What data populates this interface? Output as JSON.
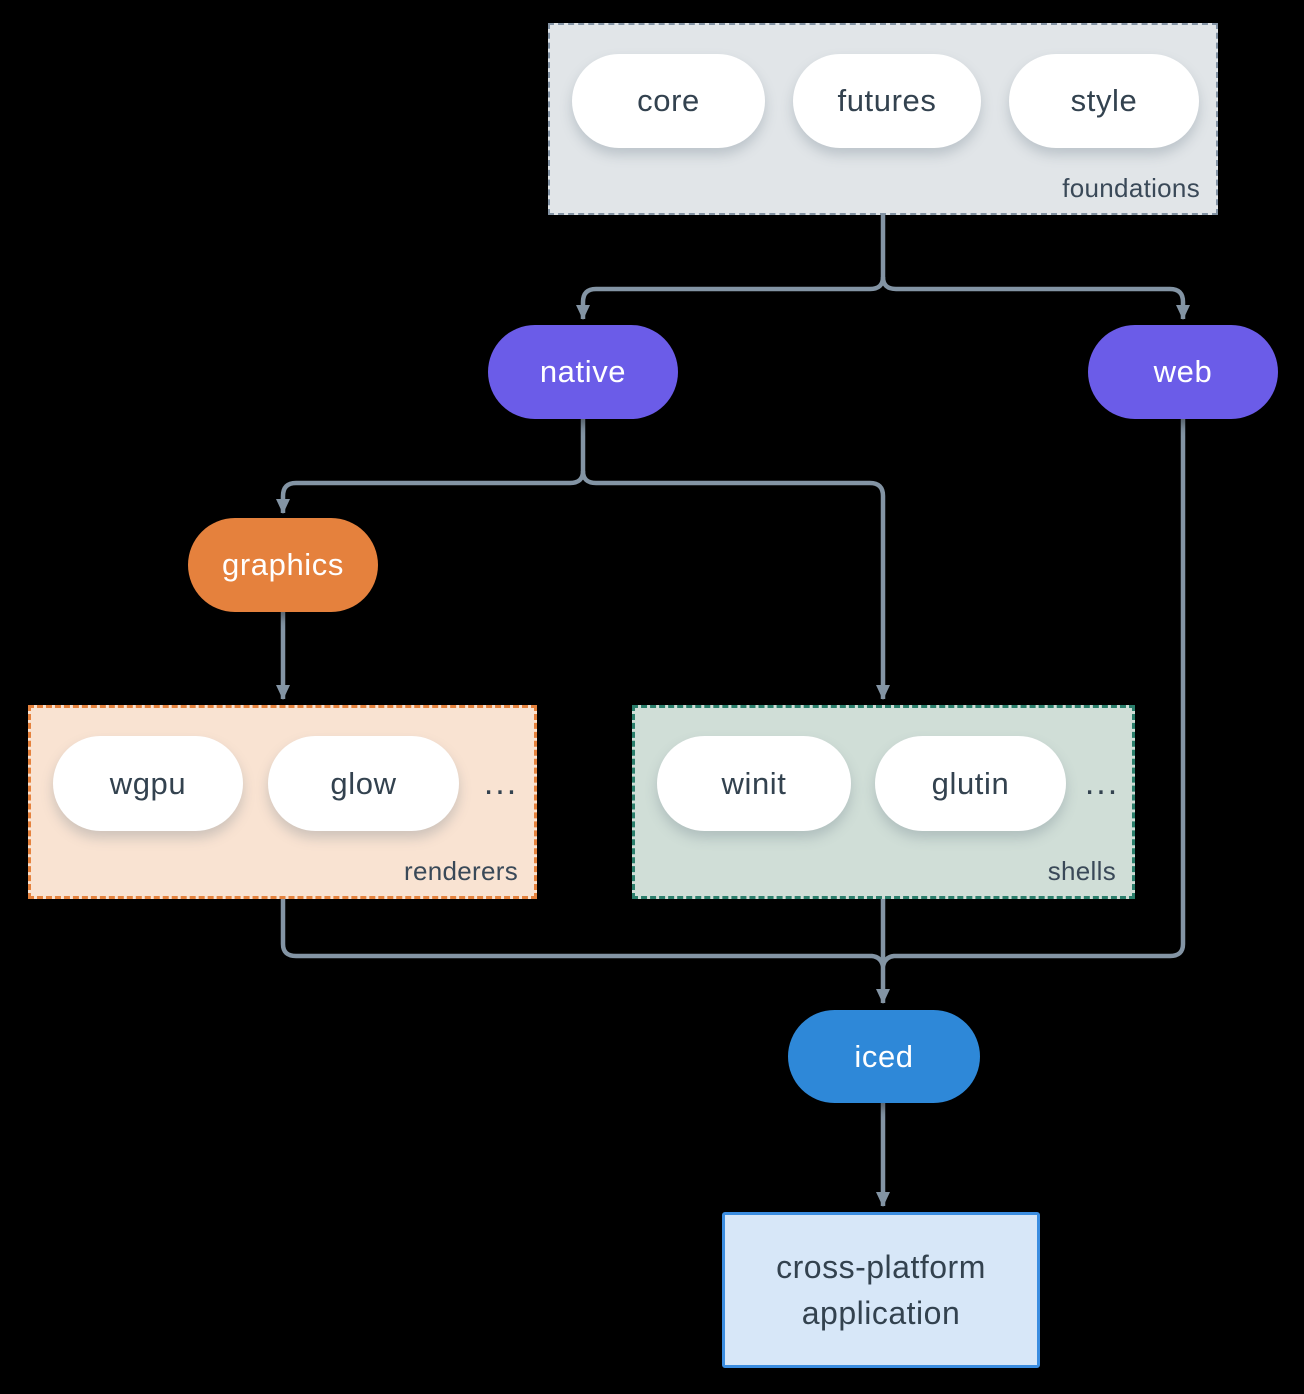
{
  "colors": {
    "background": "#000000",
    "arrow": "#8394a4",
    "node_text": "#ffffff",
    "pill_text": "#33424f",
    "label_text": "#3a4958",
    "white_pill_bg": "#ffffff",
    "purple": "#6b5ce8",
    "orange": "#e5813d",
    "blue": "#2e88d8",
    "foundations_bg": "#e1e5e8",
    "foundations_border": "#8494a5",
    "renderers_bg": "#f9e3d2",
    "renderers_border": "#e5823d",
    "shells_bg": "#d0ded7",
    "shells_border": "#2b7f6c",
    "app_bg": "#d7e7f8",
    "app_border": "#3b8de0"
  },
  "groups": {
    "foundations": {
      "label": "foundations",
      "items": [
        "core",
        "futures",
        "style"
      ]
    },
    "renderers": {
      "label": "renderers",
      "items": [
        "wgpu",
        "glow"
      ],
      "more": "..."
    },
    "shells": {
      "label": "shells",
      "items": [
        "winit",
        "glutin"
      ],
      "more": "..."
    }
  },
  "nodes": {
    "native": {
      "label": "native"
    },
    "web": {
      "label": "web"
    },
    "graphics": {
      "label": "graphics"
    },
    "iced": {
      "label": "iced"
    },
    "application": {
      "line1": "cross-platform",
      "line2": "application"
    }
  }
}
